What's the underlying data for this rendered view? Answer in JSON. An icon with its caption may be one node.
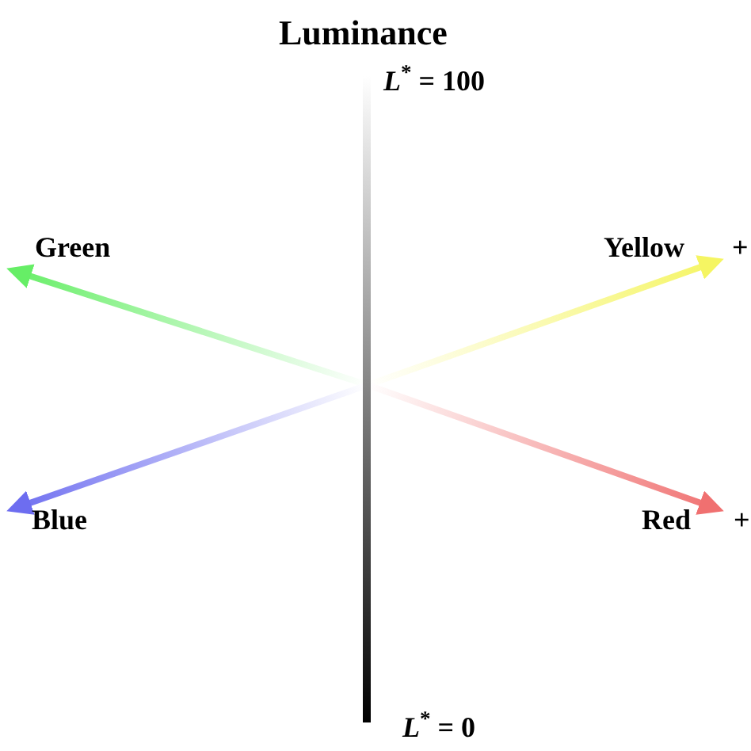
{
  "diagram": {
    "labels": [
      "Luminance",
      "*L*$^{*}$ = 100",
      "Green",
      "Yellow",
      "+",
      "Blue",
      "Red",
      "+",
      "*L*$^{*}$ = 0"
    ]
  }
}
